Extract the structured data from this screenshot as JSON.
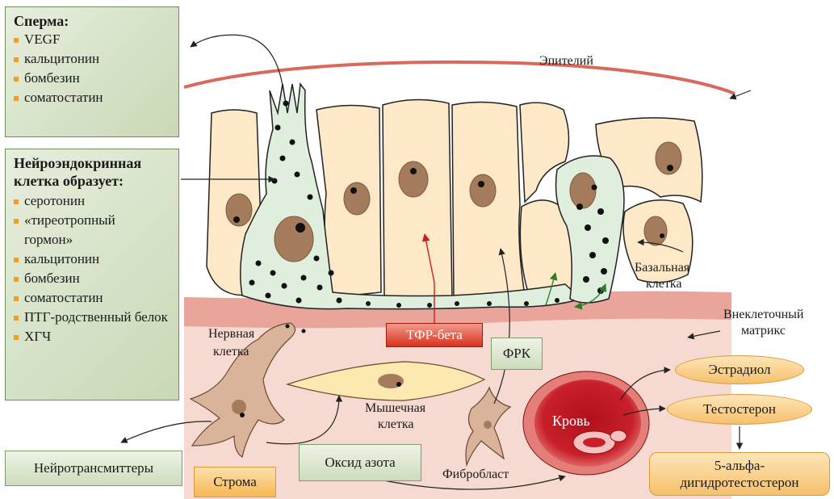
{
  "sperm_box": {
    "title": "Сперма:",
    "items": [
      "VEGF",
      "кальцитонин",
      "бомбезин",
      "соматостатин"
    ]
  },
  "neuro_box": {
    "title_line1": "Нейроэндокринная",
    "title_line2": "клетка образует:",
    "items": [
      "серотонин",
      "«тиреотропный гормон»",
      "кальцитонин",
      "бомбезин",
      "соматостатин",
      "ПТГ-родственный белок",
      "ХГЧ"
    ]
  },
  "labels": {
    "epithelium": "Эпителий",
    "basal_cell_1": "Базальная",
    "basal_cell_2": "клетка",
    "ecm_1": "Внеклеточный",
    "ecm_2": "матрикс",
    "nerve_cell_1": "Нервная",
    "nerve_cell_2": "клетка",
    "muscle_cell_1": "Мышечная",
    "muscle_cell_2": "клетка",
    "fibroblast": "Фибробласт",
    "blood": "Кровь"
  },
  "tags": {
    "tgf_beta": "ТФР-бета",
    "fgf": "ФРК",
    "nitric_oxide": "Оксид азота",
    "neurotransmitters": "Нейротрансмиттеры",
    "stroma": "Строма",
    "estradiol": "Эстрадиол",
    "testosterone": "Тестостерон",
    "dht_1": "5-альфа-",
    "dht_2": "дигидротестостерон"
  },
  "colors": {
    "epithelial_cell": "#fde9c8",
    "neuroendocrine_cell": "#dfeedd",
    "nucleus": "#a47c5c",
    "stroma": "#f6d9d0",
    "basement_membrane": "#e9a59a",
    "blood": "#c8202a",
    "tgf_arrow": "#c81e1e",
    "secretion_arrow": "#2e7d2e",
    "accent_bullet": "#f0a020"
  }
}
